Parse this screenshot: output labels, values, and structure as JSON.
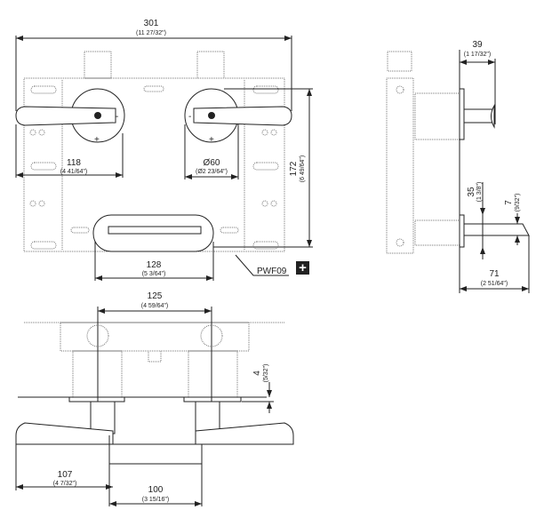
{
  "front_view": {
    "width": {
      "value": "301",
      "inch": "(11 27/32\")"
    },
    "handle_offset": {
      "value": "118",
      "inch": "(4 41/64\")"
    },
    "knob_diameter": {
      "value": "Ø60",
      "inch": "(Ø2 23/64\")"
    },
    "height": {
      "value": "172",
      "inch": "(6 49/64\")"
    },
    "spout_width": {
      "value": "128",
      "inch": "(5 3/64\")"
    },
    "part_label": "PWF09",
    "plus_symbol": "+",
    "knob_minus": "-",
    "knob_plus": "+"
  },
  "side_view": {
    "handle_depth": {
      "value": "39",
      "inch": "(1 17/32\")"
    },
    "spout_height": {
      "value": "35",
      "inch": "(1 3/8\")"
    },
    "spout_thickness": {
      "value": "7",
      "inch": "(9/32\")"
    },
    "spout_depth": {
      "value": "71",
      "inch": "(2 51/64\")"
    }
  },
  "bottom_view": {
    "center_distance": {
      "value": "125",
      "inch": "(4 59/64\")"
    },
    "flange_thickness": {
      "value": "4",
      "inch": "(5/32\")"
    },
    "lever_length": {
      "value": "107",
      "inch": "(4 7/32\")"
    },
    "spout_length": {
      "value": "100",
      "inch": "(3 15/16\")"
    }
  }
}
